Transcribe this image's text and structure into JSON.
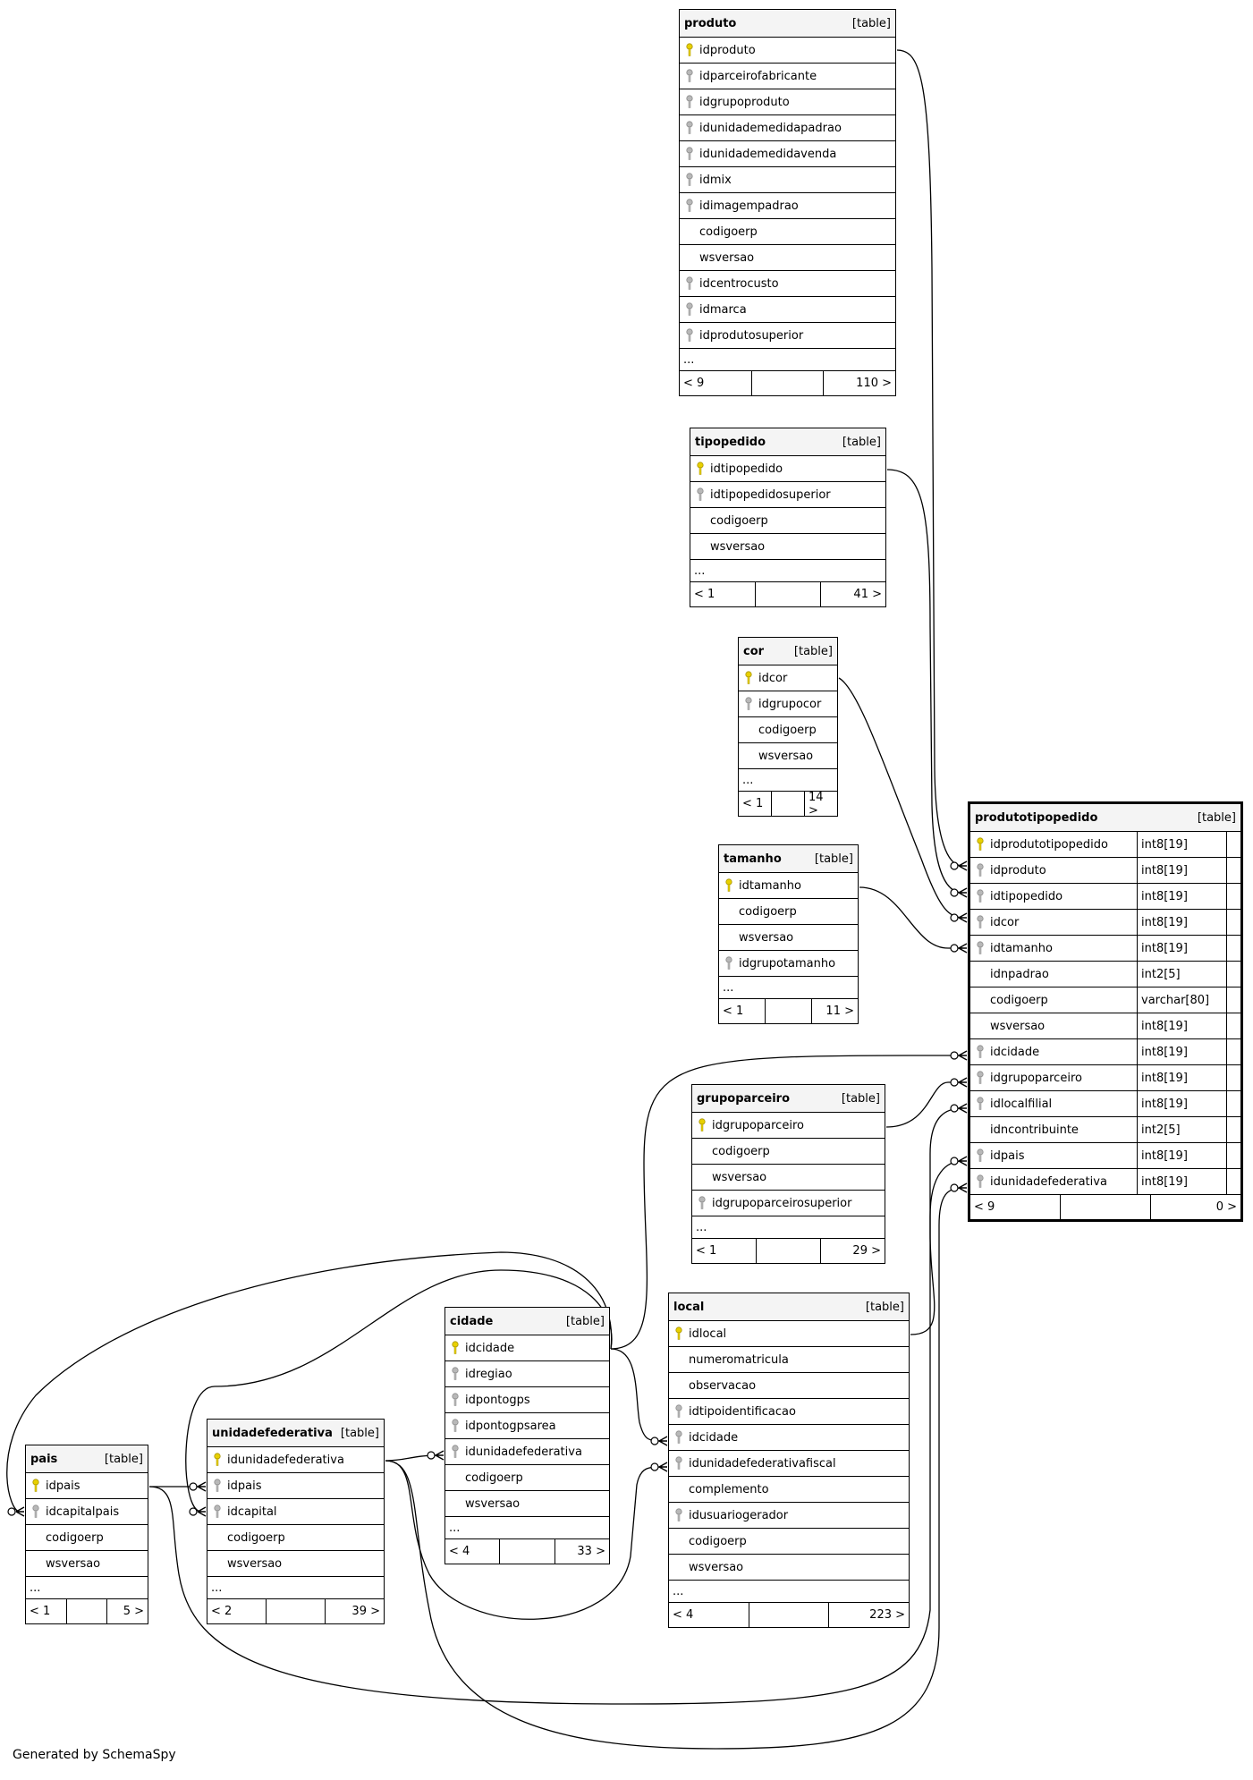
{
  "footer_note": "Generated by SchemaSpy",
  "tables": {
    "produto": {
      "name": "produto",
      "kind": "[table]",
      "columns": [
        {
          "name": "idproduto",
          "key": "pk"
        },
        {
          "name": "idparceirofabricante",
          "key": "fk"
        },
        {
          "name": "idgrupoproduto",
          "key": "fk"
        },
        {
          "name": "idunidademedidapadrao",
          "key": "fk"
        },
        {
          "name": "idunidademedidavenda",
          "key": "fk"
        },
        {
          "name": "idmix",
          "key": "fk"
        },
        {
          "name": "idimagempadrao",
          "key": "fk"
        },
        {
          "name": "codigoerp",
          "key": ""
        },
        {
          "name": "wsversao",
          "key": ""
        },
        {
          "name": "idcentrocusto",
          "key": "fk"
        },
        {
          "name": "idmarca",
          "key": "fk"
        },
        {
          "name": "idprodutosuperior",
          "key": "fk"
        }
      ],
      "more": "...",
      "parents": "< 9",
      "middle": "",
      "children": "110 >"
    },
    "tipopedido": {
      "name": "tipopedido",
      "kind": "[table]",
      "columns": [
        {
          "name": "idtipopedido",
          "key": "pk"
        },
        {
          "name": "idtipopedidosuperior",
          "key": "fk"
        },
        {
          "name": "codigoerp",
          "key": ""
        },
        {
          "name": "wsversao",
          "key": ""
        }
      ],
      "more": "...",
      "parents": "< 1",
      "middle": "",
      "children": "41 >"
    },
    "cor": {
      "name": "cor",
      "kind": "[table]",
      "columns": [
        {
          "name": "idcor",
          "key": "pk"
        },
        {
          "name": "idgrupocor",
          "key": "fk"
        },
        {
          "name": "codigoerp",
          "key": ""
        },
        {
          "name": "wsversao",
          "key": ""
        }
      ],
      "more": "...",
      "parents": "< 1",
      "middle": "",
      "children": "14 >"
    },
    "tamanho": {
      "name": "tamanho",
      "kind": "[table]",
      "columns": [
        {
          "name": "idtamanho",
          "key": "pk"
        },
        {
          "name": "codigoerp",
          "key": ""
        },
        {
          "name": "wsversao",
          "key": ""
        },
        {
          "name": "idgrupotamanho",
          "key": "fk"
        }
      ],
      "more": "...",
      "parents": "< 1",
      "middle": "",
      "children": "11 >"
    },
    "produtotipopedido": {
      "name": "produtotipopedido",
      "kind": "[table]",
      "columns": [
        {
          "name": "idprodutotipopedido",
          "key": "pk",
          "type": "int8[19]"
        },
        {
          "name": "idproduto",
          "key": "fk",
          "type": "int8[19]"
        },
        {
          "name": "idtipopedido",
          "key": "fk",
          "type": "int8[19]"
        },
        {
          "name": "idcor",
          "key": "fk",
          "type": "int8[19]"
        },
        {
          "name": "idtamanho",
          "key": "fk",
          "type": "int8[19]"
        },
        {
          "name": "idnpadrao",
          "key": "",
          "type": "int2[5]"
        },
        {
          "name": "codigoerp",
          "key": "",
          "type": "varchar[80]"
        },
        {
          "name": "wsversao",
          "key": "",
          "type": "int8[19]"
        },
        {
          "name": "idcidade",
          "key": "fk",
          "type": "int8[19]"
        },
        {
          "name": "idgrupoparceiro",
          "key": "fk",
          "type": "int8[19]"
        },
        {
          "name": "idlocalfilial",
          "key": "fk",
          "type": "int8[19]"
        },
        {
          "name": "idncontribuinte",
          "key": "",
          "type": "int2[5]"
        },
        {
          "name": "idpais",
          "key": "fk",
          "type": "int8[19]"
        },
        {
          "name": "idunidadefederativa",
          "key": "fk",
          "type": "int8[19]"
        }
      ],
      "parents": "< 9",
      "middle": "",
      "children": "0 >"
    },
    "grupoparceiro": {
      "name": "grupoparceiro",
      "kind": "[table]",
      "columns": [
        {
          "name": "idgrupoparceiro",
          "key": "pk"
        },
        {
          "name": "codigoerp",
          "key": ""
        },
        {
          "name": "wsversao",
          "key": ""
        },
        {
          "name": "idgrupoparceirosuperior",
          "key": "fk"
        }
      ],
      "more": "...",
      "parents": "< 1",
      "middle": "",
      "children": "29 >"
    },
    "local": {
      "name": "local",
      "kind": "[table]",
      "columns": [
        {
          "name": "idlocal",
          "key": "pk"
        },
        {
          "name": "numeromatricula",
          "key": ""
        },
        {
          "name": "observacao",
          "key": ""
        },
        {
          "name": "idtipoidentificacao",
          "key": "fk"
        },
        {
          "name": "idcidade",
          "key": "fk"
        },
        {
          "name": "idunidadefederativafiscal",
          "key": "fk"
        },
        {
          "name": "complemento",
          "key": ""
        },
        {
          "name": "idusuariogerador",
          "key": "fk"
        },
        {
          "name": "codigoerp",
          "key": ""
        },
        {
          "name": "wsversao",
          "key": ""
        }
      ],
      "more": "...",
      "parents": "< 4",
      "middle": "",
      "children": "223 >"
    },
    "cidade": {
      "name": "cidade",
      "kind": "[table]",
      "columns": [
        {
          "name": "idcidade",
          "key": "pk"
        },
        {
          "name": "idregiao",
          "key": "fk"
        },
        {
          "name": "idpontogps",
          "key": "fk"
        },
        {
          "name": "idpontogpsarea",
          "key": "fk"
        },
        {
          "name": "idunidadefederativa",
          "key": "fk"
        },
        {
          "name": "codigoerp",
          "key": ""
        },
        {
          "name": "wsversao",
          "key": ""
        }
      ],
      "more": "...",
      "parents": "< 4",
      "middle": "",
      "children": "33 >"
    },
    "unidadefederativa": {
      "name": "unidadefederativa",
      "kind": "[table]",
      "columns": [
        {
          "name": "idunidadefederativa",
          "key": "pk"
        },
        {
          "name": "idpais",
          "key": "fk"
        },
        {
          "name": "idcapital",
          "key": "fk"
        },
        {
          "name": "codigoerp",
          "key": ""
        },
        {
          "name": "wsversao",
          "key": ""
        }
      ],
      "more": "...",
      "parents": "< 2",
      "middle": "",
      "children": "39 >"
    },
    "pais": {
      "name": "pais",
      "kind": "[table]",
      "columns": [
        {
          "name": "idpais",
          "key": "pk"
        },
        {
          "name": "idcapitalpais",
          "key": "fk"
        },
        {
          "name": "codigoerp",
          "key": ""
        },
        {
          "name": "wsversao",
          "key": ""
        }
      ],
      "more": "...",
      "parents": "< 1",
      "middle": "",
      "children": "5 >"
    }
  },
  "relationships": [
    {
      "from": "produto.idproduto",
      "to": "produtotipopedido.idproduto"
    },
    {
      "from": "tipopedido.idtipopedido",
      "to": "produtotipopedido.idtipopedido"
    },
    {
      "from": "cor.idcor",
      "to": "produtotipopedido.idcor"
    },
    {
      "from": "tamanho.idtamanho",
      "to": "produtotipopedido.idtamanho"
    },
    {
      "from": "cidade.idcidade",
      "to": "produtotipopedido.idcidade"
    },
    {
      "from": "grupoparceiro.idgrupoparceiro",
      "to": "produtotipopedido.idgrupoparceiro"
    },
    {
      "from": "local.idlocal",
      "to": "produtotipopedido.idlocalfilial"
    },
    {
      "from": "pais.idpais",
      "to": "produtotipopedido.idpais"
    },
    {
      "from": "unidadefederativa.idunidadefederativa",
      "to": "produtotipopedido.idunidadefederativa"
    },
    {
      "from": "cidade.idcidade",
      "to": "local.idcidade"
    },
    {
      "from": "unidadefederativa.idunidadefederativa",
      "to": "local.idunidadefederativafiscal"
    },
    {
      "from": "unidadefederativa.idunidadefederativa",
      "to": "cidade.idunidadefederativa"
    },
    {
      "from": "pais.idpais",
      "to": "unidadefederativa.idpais"
    },
    {
      "from": "cidade.idcidade",
      "to": "unidadefederativa.idcapital"
    },
    {
      "from": "cidade.idcidade",
      "to": "pais.idcapitalpais"
    }
  ]
}
